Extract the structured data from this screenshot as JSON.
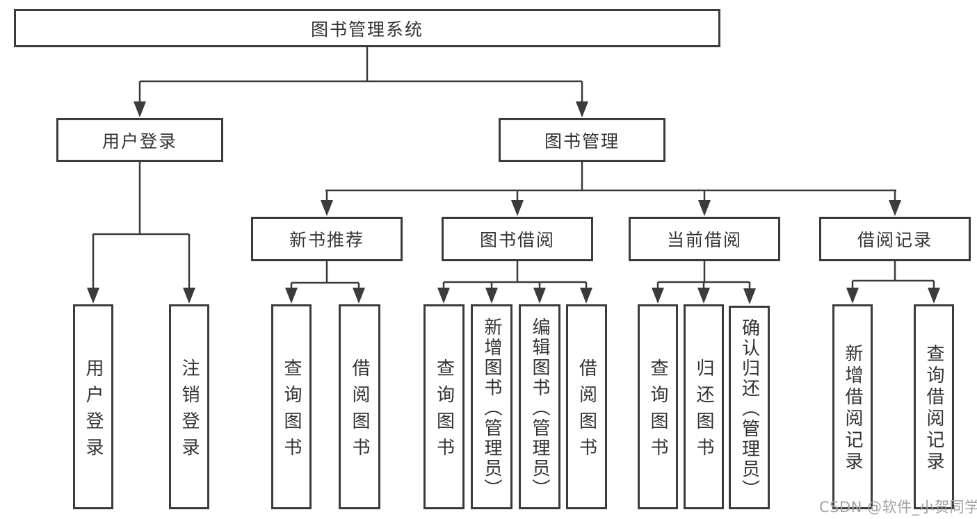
{
  "diagram": {
    "title": "图书管理系统",
    "root": {
      "label": "图书管理系统"
    },
    "branches": [
      {
        "label": "用户登录",
        "children": [
          {
            "label": "用户登录"
          },
          {
            "label": "注销登录"
          }
        ]
      },
      {
        "label": "图书管理",
        "children": [
          {
            "label": "新书推荐",
            "children": [
              {
                "label": "查询图书"
              },
              {
                "label": "借阅图书"
              }
            ]
          },
          {
            "label": "图书借阅",
            "children": [
              {
                "label": "查询图书"
              },
              {
                "label": "新增图书（管理员）"
              },
              {
                "label": "编辑图书（管理员）"
              },
              {
                "label": "借阅图书"
              }
            ]
          },
          {
            "label": "当前借阅",
            "children": [
              {
                "label": "查询图书"
              },
              {
                "label": "归还图书"
              },
              {
                "label": "确认归还（管理员）"
              }
            ]
          },
          {
            "label": "借阅记录",
            "children": [
              {
                "label": "新增借阅记录"
              },
              {
                "label": "查询借阅记录"
              }
            ]
          }
        ]
      }
    ],
    "watermark": "CSDN @软件_小贺同学",
    "colors": {
      "line": "#3b3b3b",
      "box_border": "#3b3b3b",
      "box_fill": "#ffffff",
      "text": "#333333",
      "watermark": "#a0a0a0",
      "background": "#ffffff"
    }
  }
}
